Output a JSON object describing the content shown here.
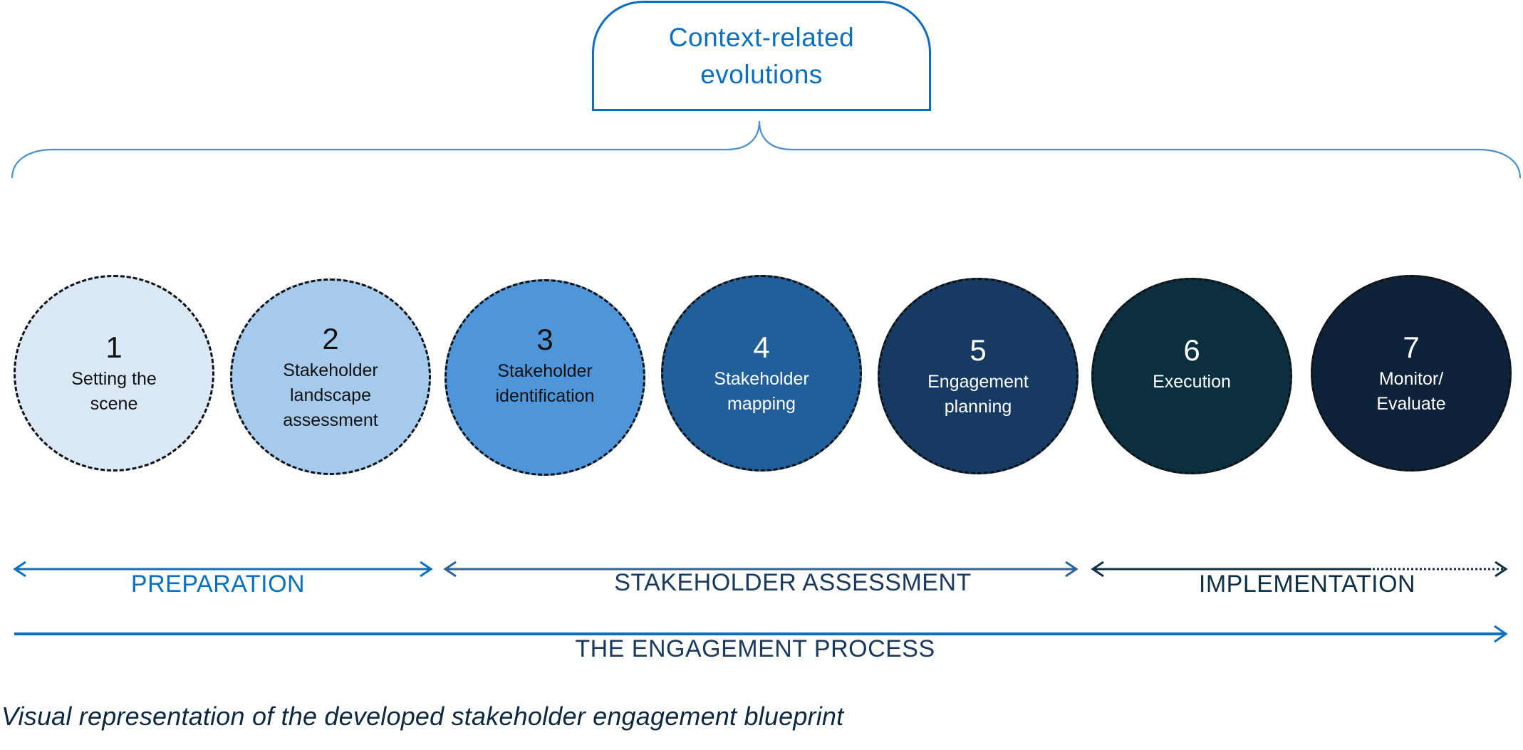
{
  "context_box": {
    "lines": [
      "Context-related",
      "evolutions"
    ],
    "color": "#0A6FC2"
  },
  "brace_color": "#4A8FD0",
  "steps": [
    {
      "number": "1",
      "lines": [
        "Setting the",
        "scene"
      ],
      "fill": "#DAE8F6",
      "text_color": "#111111"
    },
    {
      "number": "2",
      "lines": [
        "Stakeholder",
        "landscape",
        "assessment"
      ],
      "fill": "#A6CAEC",
      "text_color": "#111111"
    },
    {
      "number": "3",
      "lines": [
        "Stakeholder",
        "identification"
      ],
      "fill": "#4E95D9",
      "text_color": "#111111"
    },
    {
      "number": "4",
      "lines": [
        "Stakeholder",
        "mapping"
      ],
      "fill": "#215F9A",
      "text_color": "#FFFFFF"
    },
    {
      "number": "5",
      "lines": [
        "Engagement",
        "planning"
      ],
      "fill": "#163A62",
      "text_color": "#FFFFFF"
    },
    {
      "number": "6",
      "lines": [
        "Execution"
      ],
      "fill": "#0C2F40",
      "text_color": "#FFFFFF"
    },
    {
      "number": "7",
      "lines": [
        "Monitor/",
        "Evaluate"
      ],
      "fill": "#0E223A",
      "text_color": "#FFFFFF"
    }
  ],
  "phases": [
    {
      "label": "PREPARATION",
      "color": "#0A70C0",
      "text_color": "#0A70C0",
      "steps": "1-2"
    },
    {
      "label": "STAKEHOLDER ASSESSMENT",
      "color": "#2D64A0",
      "text_color": "#1A3A60",
      "steps": "3-5"
    },
    {
      "label": "IMPLEMENTATION",
      "color": "#0E3045",
      "text_color": "#0E3045",
      "steps": "6-7",
      "ongoing": true
    }
  ],
  "process": {
    "label": "THE ENGAGEMENT PROCESS",
    "color": "#0A70C0",
    "text_color": "#1A3A60"
  },
  "caption": "Visual representation of the developed stakeholder engagement blueprint"
}
